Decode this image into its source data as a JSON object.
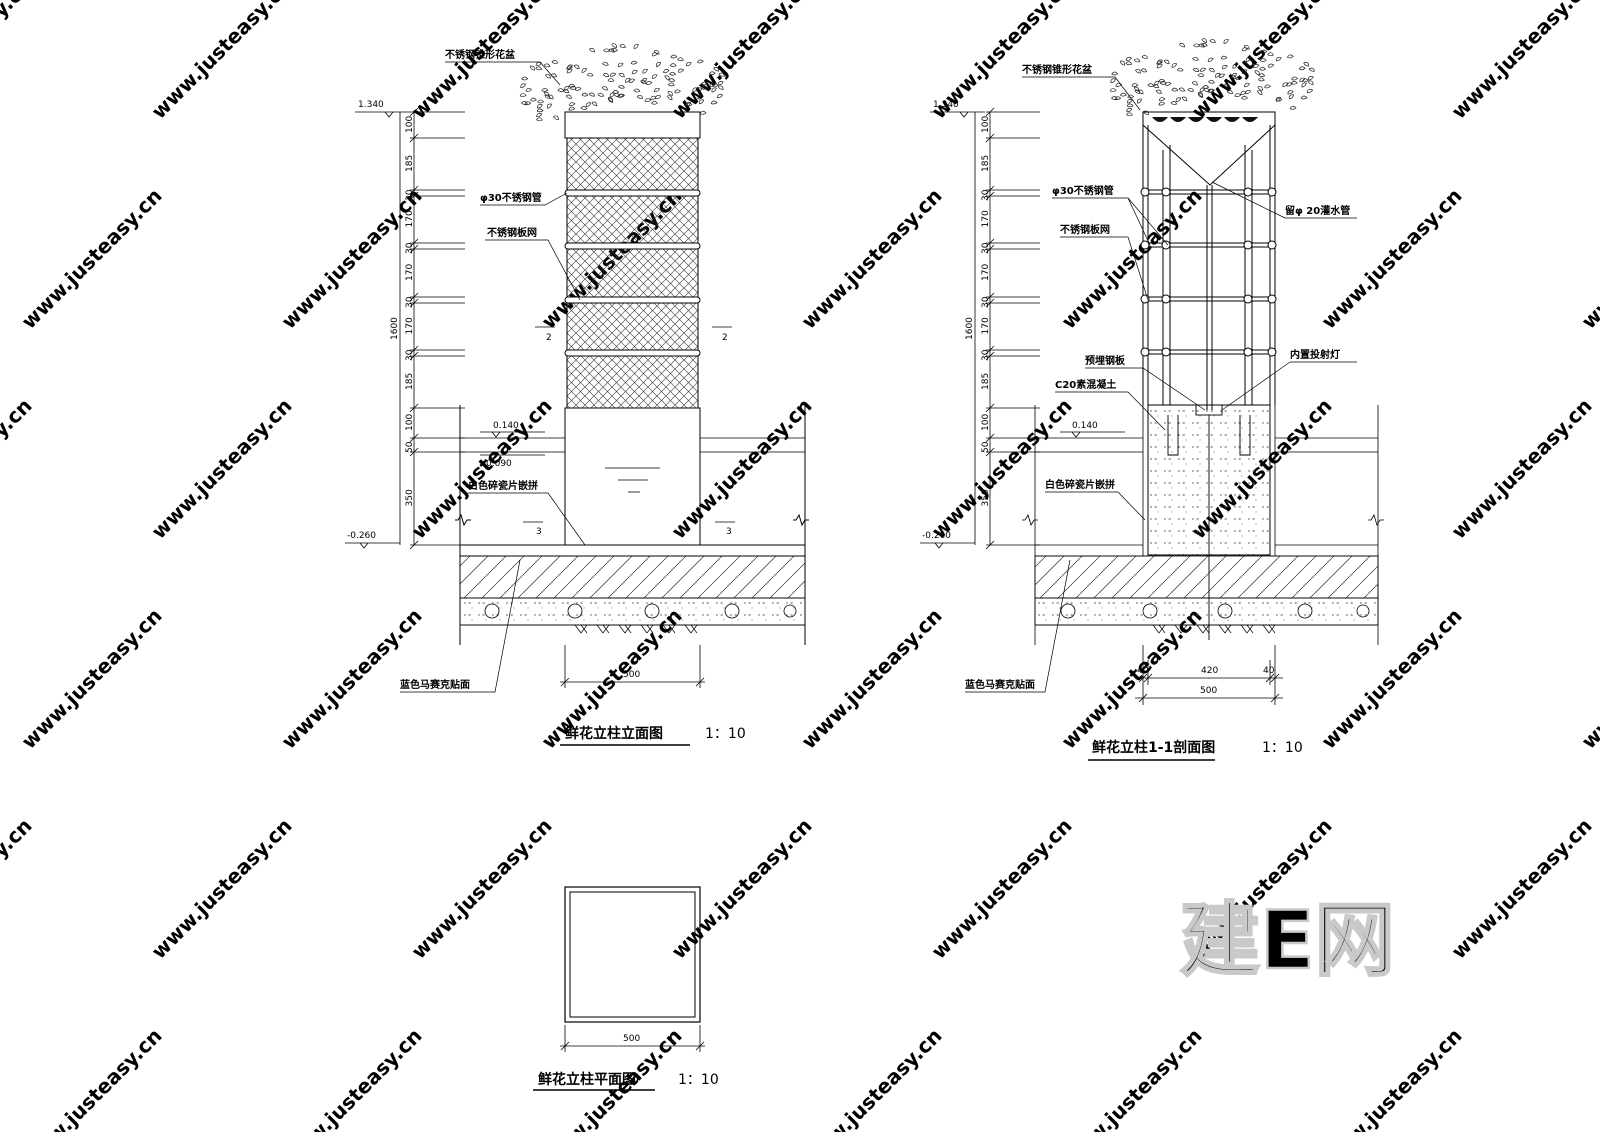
{
  "elevation": {
    "labels": {
      "pot": "不锈钢锥形花盆",
      "pipe": "φ30不锈钢管",
      "mesh": "不锈钢板网",
      "tile": "白色碎瓷片嵌拼",
      "mosaic": "蓝色马赛克贴面"
    },
    "levels": [
      "1.340",
      "0.140",
      "0.090",
      "-0.260"
    ],
    "vertical_dims": [
      "100",
      "185",
      "30",
      "170",
      "30",
      "170",
      "30",
      "170",
      "30",
      "185",
      "100",
      "50",
      "350"
    ],
    "total_height": "1600",
    "width_dim": "500",
    "section_marks": [
      "2",
      "2",
      "3",
      "3"
    ],
    "title": "鲜花立柱立面图",
    "scale": "1：10"
  },
  "section": {
    "labels": {
      "pot": "不锈钢锥形花盆",
      "pipe": "φ30不锈钢管",
      "water_pipe": "留φ 20灌水管",
      "mesh": "不锈钢板网",
      "steel_plate": "预埋钢板",
      "concrete": "C20素混凝土",
      "light": "内置投射灯",
      "tile": "白色碎瓷片嵌拼",
      "mosaic": "蓝色马赛克贴面"
    },
    "levels": [
      "1.340",
      "0.140",
      "-0.260"
    ],
    "vertical_dims": [
      "100",
      "185",
      "30",
      "170",
      "30",
      "170",
      "30",
      "170",
      "30",
      "185",
      "100",
      "50",
      "350"
    ],
    "total_height": "1600",
    "bottom_dims": [
      "40",
      "420",
      "40",
      "500"
    ],
    "title": "鲜花立柱1-1剖面图",
    "scale": "1：10"
  },
  "plan": {
    "width_dim": "500",
    "title": "鲜花立柱平面图",
    "scale": "1：10"
  },
  "watermark": {
    "text": "www.justeasy.cn",
    "logo": "建E网"
  }
}
